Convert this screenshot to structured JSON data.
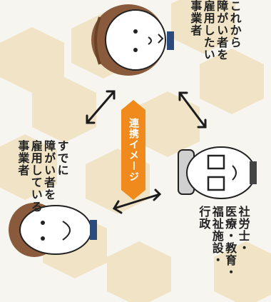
{
  "diagram": {
    "center_label": "連携イメージ",
    "nodes": {
      "new_employer": {
        "lines": [
          "これから",
          "障がい者を",
          "雇用したい",
          "事業者"
        ]
      },
      "existing_employer": {
        "lines": [
          "すでに",
          "障がい者を",
          "雇用している",
          "事業者"
        ]
      },
      "professionals": {
        "lines": [
          "社労士・",
          "医療・教育・",
          "福祉施設・",
          "行政"
        ]
      }
    },
    "colors": {
      "hex_fill": "#f1e4c6",
      "badge": "#f08a1c",
      "arrow": "#1c1c1c"
    }
  }
}
